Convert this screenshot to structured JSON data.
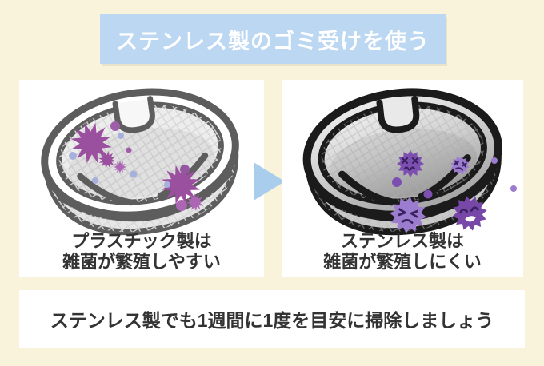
{
  "title": {
    "label": "ステンレス製のゴミ受けを使う"
  },
  "comparison": {
    "before": {
      "caption_line1": "プラスチック製は",
      "caption_line2": "雑菌が繁殖しやすい"
    },
    "after": {
      "caption_line1": "ステンレス製は",
      "caption_line2": "雑菌が繁殖しにくい"
    }
  },
  "footer": {
    "note": "ステンレス製でも1週間に1度を目安に掃除しましょう"
  },
  "icons": {
    "before_illustration": "plastic-strainer-with-germ-stains",
    "after_illustration": "stainless-strainer-repelling-germs",
    "between": "right-arrow"
  },
  "colors": {
    "background": "#FAF3DC",
    "panel": "#FFFFFF",
    "banner_bg": "#BCD7F1",
    "banner_text": "#FFFFFF",
    "arrow": "#A9CDEC",
    "text": "#333333",
    "splat_purple": "#9B4F9F",
    "splat_light": "#AC66B3",
    "dot_lavender": "#A6B0DD",
    "germ_dark": "#7848A8",
    "germ_medium": "#7C4FB0",
    "germ_light": "#9B7CCF",
    "germ_face": "#3A2260",
    "plastic_outline": "#5D5D5D",
    "steel_outline": "#1B1B1B"
  }
}
